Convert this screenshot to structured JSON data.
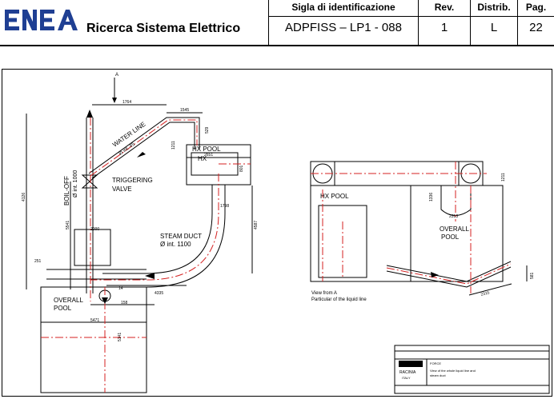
{
  "header": {
    "company": "Ricerca Sistema Elettrico",
    "code_label": "Sigla di identificazione",
    "code_value": "ADPFISS – LP1 - 088",
    "rev_label": "Rev.",
    "rev_value": "1",
    "distrib_label": "Distrib.",
    "distrib_value": "L",
    "page_label": "Pag.",
    "page_value": "22"
  },
  "drawing": {
    "labels": {
      "water_line": "WATER LINE",
      "water_line_dim": "Ø int. 45",
      "hx_pool": "HX POOL",
      "hx": "HX",
      "triggering_valve_1": "TRIGGERING",
      "triggering_valve_2": "VALVE",
      "boil_off_1": "BOIL-OFF",
      "boil_off_2": "Ø int. 1000",
      "steam_duct": "STEAM DUCT",
      "steam_duct_dim": "Ø int. 1100",
      "overall_pool_left_1": "OVERALL",
      "overall_pool_left_2": "POOL",
      "hx_pool_right": "HX POOL",
      "overall_pool_right_1": "OVERALL",
      "overall_pool_right_2": "POOL",
      "view_note_1": "View from A",
      "view_note_2": "Particular of the liquid line",
      "section_mark": "A"
    },
    "dimensions": {
      "d1764": "1764",
      "d1545": "1545",
      "d529": "529",
      "d1211": "1211",
      "d2651": "2651",
      "d801": "801",
      "d4126": "4126",
      "d5541": "5541",
      "d1798": "1798",
      "d2000": "2000",
      "d251": "251",
      "d14": "14",
      "d4335": "4335",
      "d158": "158",
      "d5471": "5471",
      "d5141": "5141",
      "d4587": "4587",
      "d1211r": "1211",
      "d1336": "1336",
      "d2313": "2313",
      "d2315": "2315",
      "d581": "581"
    },
    "title_block": {
      "company": "RACINIA",
      "country": "ITALY",
      "name": "FORCE",
      "desc_1": "View of the whole liquid line and",
      "desc_2": "steam duct"
    }
  }
}
